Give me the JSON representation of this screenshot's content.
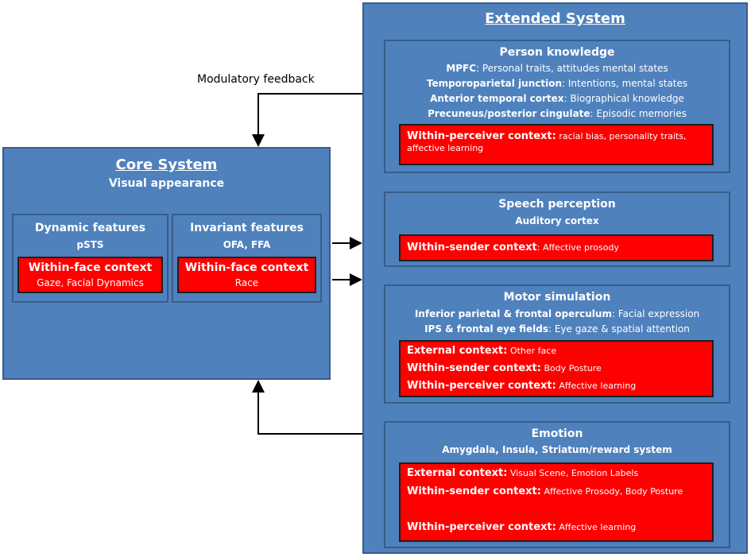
{
  "modulatory_feedback": "Modulatory feedback",
  "core": {
    "title": "Core System",
    "subtitle": "Visual appearance",
    "dynamic": {
      "title": "Dynamic features",
      "region": "pSTS",
      "context_label": "Within-face context",
      "context_text": "Gaze, Facial Dynamics"
    },
    "invariant": {
      "title": "Invariant features",
      "region": "OFA, FFA",
      "context_label": "Within-face context",
      "context_text": "Race"
    }
  },
  "extended": {
    "title": "Extended System",
    "person": {
      "title": "Person knowledge",
      "lines": [
        {
          "bold": "MPFC",
          "text": ": Personal traits, attitudes mental states"
        },
        {
          "bold": "Temporoparietal junction",
          "text": ": Intentions, mental states"
        },
        {
          "bold": "Anterior temporal cortex",
          "text": ": Biographical knowledge"
        },
        {
          "bold": "Precuneus/posterior cingulate",
          "text": ": Episodic memories"
        }
      ],
      "context_label": "Within-perceiver context:",
      "context_text": "racial bias, personality traits, affective learning"
    },
    "speech": {
      "title": "Speech perception",
      "region": "Auditory cortex",
      "context_label": "Within-sender context",
      "context_text": ": Affective prosody"
    },
    "motor": {
      "title": "Motor simulation",
      "lines": [
        {
          "bold": "Inferior parietal & frontal operculum",
          "text": ": Facial expression"
        },
        {
          "bold": "IPS & frontal eye fields",
          "text": ": Eye gaze & spatial attention"
        }
      ],
      "contexts": [
        {
          "label": "External context:",
          "text": "Other face"
        },
        {
          "label": "Within-sender context:",
          "text": "Body Posture"
        },
        {
          "label": "Within-perceiver context:",
          "text": "Affective learning"
        }
      ]
    },
    "emotion": {
      "title": "Emotion",
      "region": "Amygdala, Insula, Striatum/reward system",
      "contexts": [
        {
          "label": "External context:",
          "text": "Visual Scene, Emotion Labels"
        },
        {
          "label": "Within-sender context:",
          "text": "Affective Prosody, Body Posture"
        },
        {
          "label": "Within-perceiver context:",
          "text": "Affective learning"
        }
      ]
    }
  }
}
